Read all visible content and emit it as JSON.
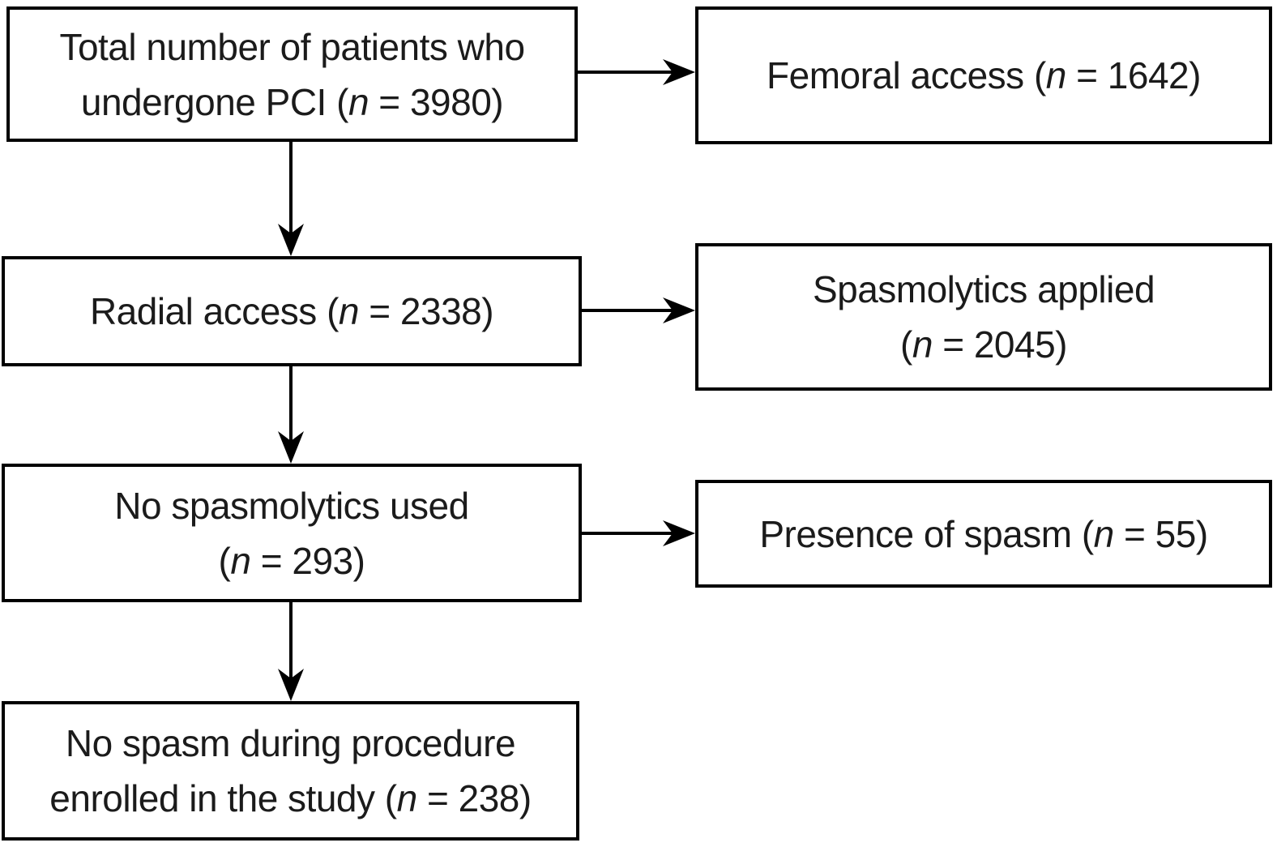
{
  "diagram": {
    "type": "flowchart",
    "colors": {
      "line": "#000000",
      "text": "#1b1b1b",
      "background": "#ffffff"
    },
    "boxes": [
      {
        "name": "total-pci",
        "lines": [
          {
            "pre": "Total number of patients who"
          },
          {
            "pre": "undergone PCI (",
            "n": "n",
            "post": " = 3980)"
          }
        ]
      },
      {
        "name": "femoral-access",
        "lines": [
          {
            "pre": "Femoral access (",
            "n": "n",
            "post": " = 1642)"
          }
        ]
      },
      {
        "name": "radial-access",
        "lines": [
          {
            "pre": "Radial access (",
            "n": "n",
            "post": " = 2338)"
          }
        ]
      },
      {
        "name": "spasmolytics-applied",
        "lines": [
          {
            "pre": "Spasmolytics applied"
          },
          {
            "pre": "(",
            "n": "n",
            "post": " = 2045)"
          }
        ]
      },
      {
        "name": "no-spasmolytics-used",
        "lines": [
          {
            "pre": "No spasmolytics used"
          },
          {
            "pre": "(",
            "n": "n",
            "post": " = 293)"
          }
        ]
      },
      {
        "name": "presence-of-spasm",
        "lines": [
          {
            "pre": "Presence of spasm (",
            "n": "n",
            "post": " = 55)"
          }
        ]
      },
      {
        "name": "no-spasm-enrolled",
        "lines": [
          {
            "pre": "No spasm during procedure"
          },
          {
            "pre": "enrolled in the study (",
            "n": "n",
            "post": " = 238)"
          }
        ]
      }
    ],
    "counts": {
      "total_pci": 3980,
      "femoral_access": 1642,
      "radial_access": 2338,
      "spasmolytics_applied": 2045,
      "no_spasmolytics_used": 293,
      "presence_of_spasm": 55,
      "enrolled_in_study": 238
    }
  }
}
